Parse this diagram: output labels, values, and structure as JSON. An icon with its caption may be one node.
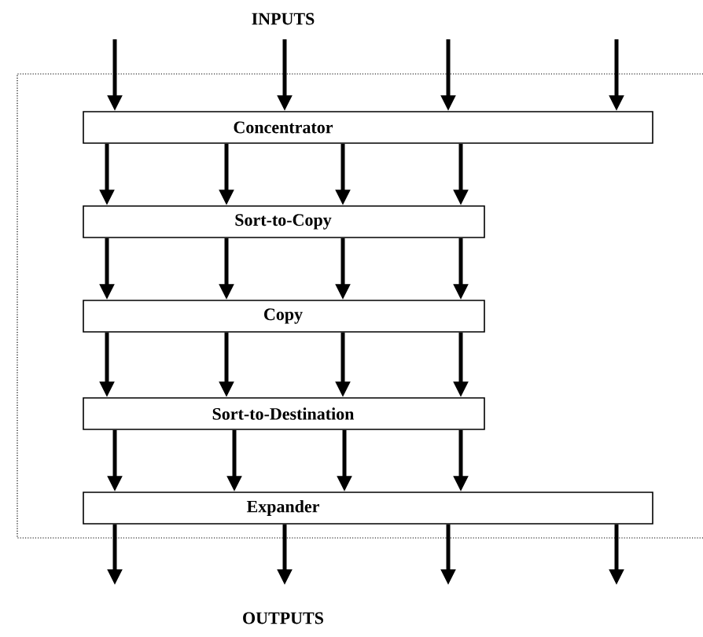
{
  "diagram": {
    "nodes": [
      {
        "text": [
          "Concentrator"
        ]
      },
      {
        "text": [
          "Sort-to-Copy"
        ]
      },
      {
        "text": [
          "Copy"
        ]
      },
      {
        "text": [
          "Sort-to-Destination"
        ]
      },
      {
        "text": [
          "Expander"
        ]
      }
    ],
    "edges": [
      {
        "from": null,
        "to": 0,
        "arrow": "to"
      },
      {
        "from": null,
        "to": 0,
        "arrow": "to"
      },
      {
        "from": null,
        "to": 0,
        "arrow": "to"
      },
      {
        "from": null,
        "to": 0,
        "arrow": "to"
      },
      {
        "from": 0,
        "to": 1,
        "arrow": "to"
      },
      {
        "from": 0,
        "to": 1,
        "arrow": "to"
      },
      {
        "from": 0,
        "to": 1,
        "arrow": "to"
      },
      {
        "from": 0,
        "to": 1,
        "arrow": "to"
      },
      {
        "from": 1,
        "to": 2,
        "arrow": "to"
      },
      {
        "from": 1,
        "to": 2,
        "arrow": "to"
      },
      {
        "from": 1,
        "to": 2,
        "arrow": "to"
      },
      {
        "from": 1,
        "to": 2,
        "arrow": "to"
      },
      {
        "from": 2,
        "to": 3,
        "arrow": "to"
      },
      {
        "from": 2,
        "to": 3,
        "arrow": "to"
      },
      {
        "from": 2,
        "to": 3,
        "arrow": "to"
      },
      {
        "from": 2,
        "to": 3,
        "arrow": "to"
      },
      {
        "from": 3,
        "to": 4,
        "arrow": "to"
      },
      {
        "from": 3,
        "to": 4,
        "arrow": "to"
      },
      {
        "from": 3,
        "to": 4,
        "arrow": "to"
      },
      {
        "from": 3,
        "to": 4,
        "arrow": "to"
      },
      {
        "from": 4,
        "to": null,
        "arrow": "to"
      },
      {
        "from": 4,
        "to": null,
        "arrow": "to"
      },
      {
        "from": 4,
        "to": null,
        "arrow": "to"
      },
      {
        "from": 4,
        "to": null,
        "arrow": "to"
      }
    ],
    "labels": [
      "INPUTS",
      "OUTPUTS"
    ]
  }
}
